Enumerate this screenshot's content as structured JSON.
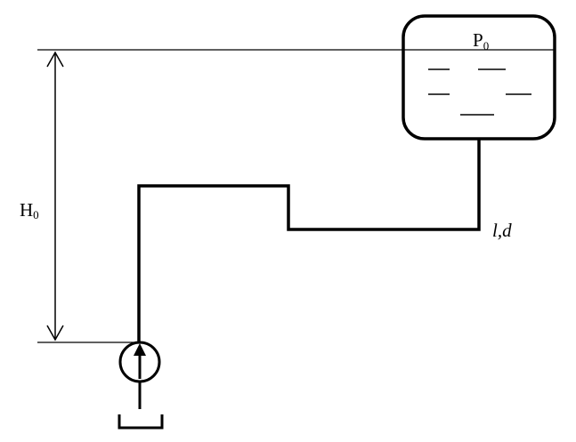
{
  "labels": {
    "tank_pressure": {
      "main": "P",
      "sub": "0"
    },
    "height": {
      "main": "H",
      "sub": "0"
    },
    "pipe_params": "l,d"
  },
  "colors": {
    "ink": "#000000",
    "background": "#ffffff"
  }
}
